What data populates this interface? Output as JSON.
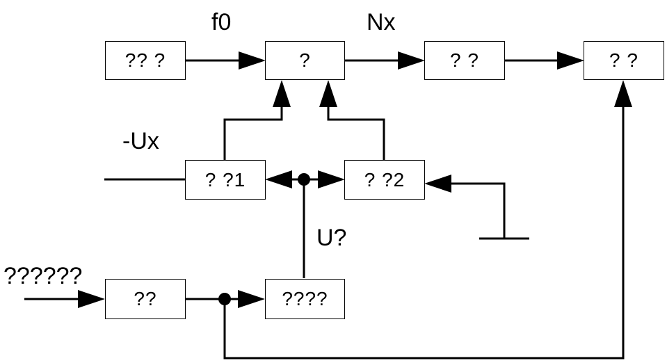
{
  "blocks": {
    "b1": "?? ?",
    "b2": "?",
    "b3": "? ?",
    "b4": "? ?",
    "b5": "? ?1",
    "b6": "? ?2",
    "b7": "??",
    "b8": "???? "
  },
  "labels": {
    "f0": "f0",
    "nx": "Nx",
    "ux": "-Ux",
    "u": "U?",
    "input": "??????"
  }
}
